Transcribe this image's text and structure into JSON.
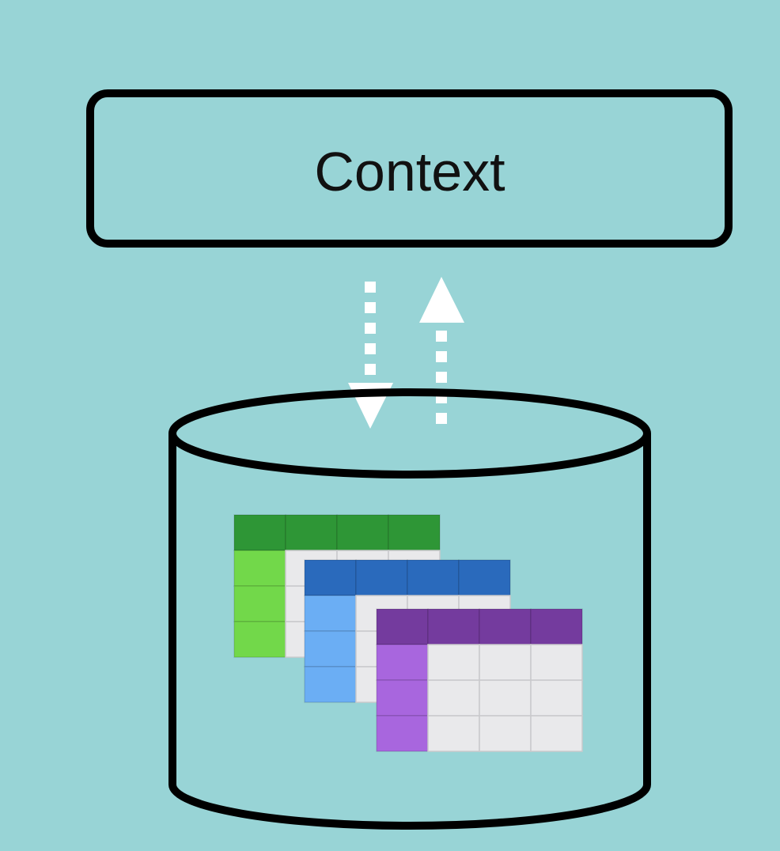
{
  "context_box": {
    "label": "Context"
  },
  "colors": {
    "background": "#98D4D6",
    "outline": "#000000",
    "arrow": "#FFFFFF",
    "cell_empty": "#E9E9EB",
    "cell_line": "#C9C9CC",
    "tables": [
      {
        "name": "green-table",
        "header": "#2E9636",
        "index": "#72D84A"
      },
      {
        "name": "blue-table",
        "header": "#2A6ABC",
        "index": "#6BAEF4"
      },
      {
        "name": "purple-table",
        "header": "#743B9E",
        "index": "#A866DE"
      }
    ]
  },
  "icons": [
    "database-cylinder-icon",
    "arrow-down-icon",
    "arrow-up-icon",
    "table-icon"
  ]
}
